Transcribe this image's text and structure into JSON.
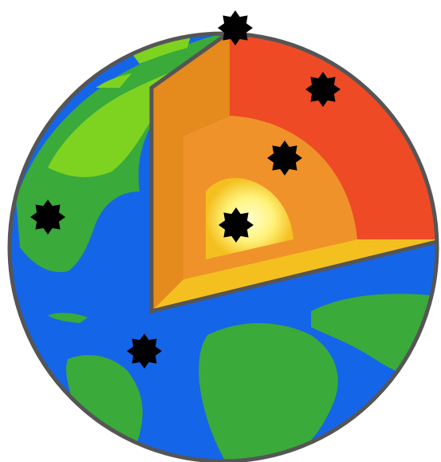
{
  "diagram": {
    "colors": {
      "background": "#ffffff",
      "ocean": "#1565e8",
      "land": "#3aaa3a",
      "land_light": "#7ed321",
      "outline": "#555555",
      "crust": "#d8352a",
      "crust_top": "#ee4a25",
      "mantle_outer": "#f0922a",
      "mantle_inner": "#e58a1c",
      "core_outer": "#f4c020",
      "core_inner": "#fff27a",
      "core_center": "#ffffcc",
      "marker": "#000000"
    },
    "layers": [
      {
        "name": "crust"
      },
      {
        "name": "mantle"
      },
      {
        "name": "outer-core"
      },
      {
        "name": "inner-core"
      }
    ],
    "markers": [
      {
        "name": "marker-top-edge"
      },
      {
        "name": "marker-crust"
      },
      {
        "name": "marker-mantle"
      },
      {
        "name": "marker-inner-core"
      },
      {
        "name": "marker-land-left"
      },
      {
        "name": "marker-ocean"
      }
    ]
  }
}
